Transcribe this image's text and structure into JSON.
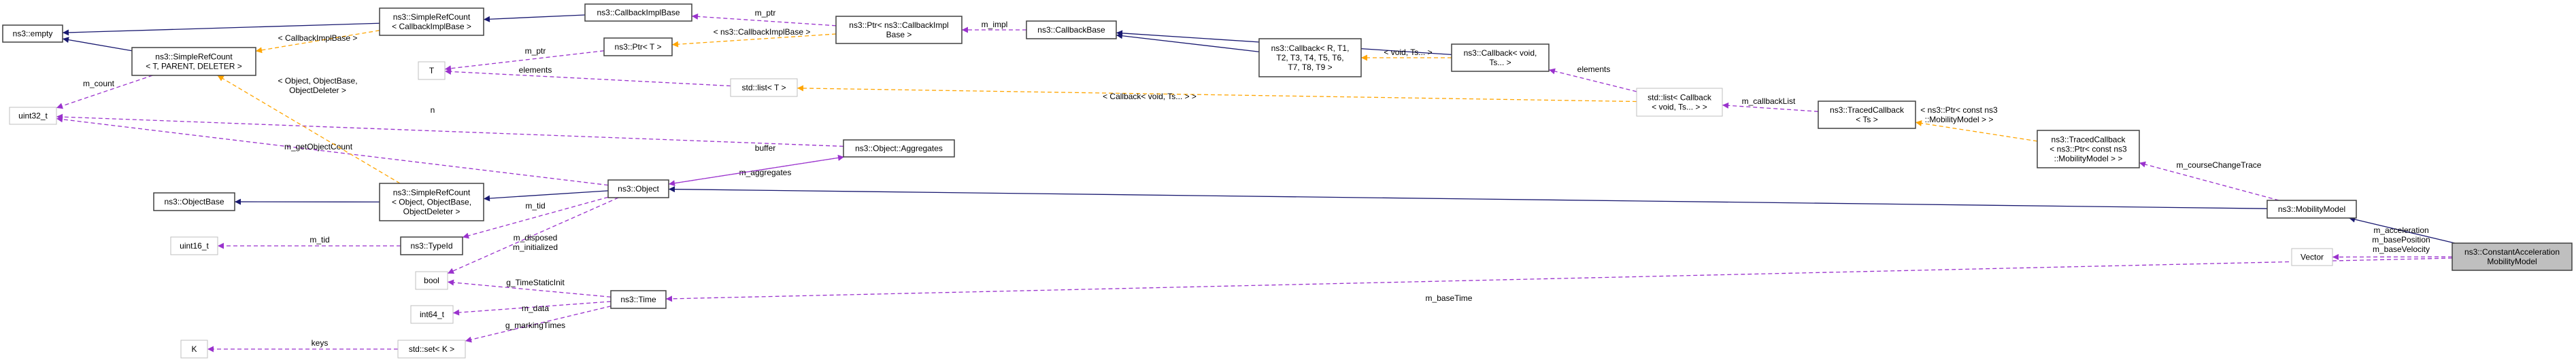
{
  "colors": {
    "inheritance": "#191970",
    "usage": "#9a32cd",
    "template": "#ffa500",
    "documented_border": "#404040",
    "external_border": "#bfbfbf",
    "focus_fill": "#bfbfbf"
  },
  "nodes": [
    {
      "id": "empty",
      "lines": [
        "ns3::empty"
      ],
      "kind": "documented"
    },
    {
      "id": "src_tpd",
      "lines": [
        "ns3::SimpleRefCount",
        "< T, PARENT, DELETER >"
      ],
      "kind": "documented"
    },
    {
      "id": "src_cib",
      "lines": [
        "ns3::SimpleRefCount",
        "< CallbackImplBase >"
      ],
      "kind": "documented"
    },
    {
      "id": "uint32",
      "lines": [
        "uint32_t"
      ],
      "kind": "external"
    },
    {
      "id": "T",
      "lines": [
        "T"
      ],
      "kind": "external"
    },
    {
      "id": "cib",
      "lines": [
        "ns3::CallbackImplBase"
      ],
      "kind": "documented"
    },
    {
      "id": "ptr_cib",
      "lines": [
        "ns3::Ptr< ns3::CallbackImpl",
        "Base >"
      ],
      "kind": "documented"
    },
    {
      "id": "ptr_t",
      "lines": [
        "ns3::Ptr< T >"
      ],
      "kind": "documented"
    },
    {
      "id": "list_t",
      "lines": [
        "std::list< T >"
      ],
      "kind": "external"
    },
    {
      "id": "aggregates",
      "lines": [
        "ns3::Object::Aggregates"
      ],
      "kind": "documented"
    },
    {
      "id": "object",
      "lines": [
        "ns3::Object"
      ],
      "kind": "documented"
    },
    {
      "id": "objectbase",
      "lines": [
        "ns3::ObjectBase"
      ],
      "kind": "documented"
    },
    {
      "id": "src_obj",
      "lines": [
        "ns3::SimpleRefCount",
        "< Object, ObjectBase,",
        "ObjectDeleter >"
      ],
      "kind": "documented"
    },
    {
      "id": "uint16",
      "lines": [
        "uint16_t"
      ],
      "kind": "external"
    },
    {
      "id": "typeid",
      "lines": [
        "ns3::TypeId"
      ],
      "kind": "documented"
    },
    {
      "id": "bool",
      "lines": [
        "bool"
      ],
      "kind": "external"
    },
    {
      "id": "int64",
      "lines": [
        "int64_t"
      ],
      "kind": "external"
    },
    {
      "id": "K",
      "lines": [
        "K"
      ],
      "kind": "external"
    },
    {
      "id": "set_k",
      "lines": [
        "std::set< K >"
      ],
      "kind": "external"
    },
    {
      "id": "time",
      "lines": [
        "ns3::Time"
      ],
      "kind": "documented"
    },
    {
      "id": "cbbase",
      "lines": [
        "ns3::CallbackBase"
      ],
      "kind": "documented"
    },
    {
      "id": "cb_r",
      "lines": [
        "ns3::Callback< R, T1,",
        "T2, T3, T4, T5, T6,",
        "T7, T8, T9 >"
      ],
      "kind": "documented"
    },
    {
      "id": "cb_void",
      "lines": [
        "ns3::Callback< void,",
        "Ts... >"
      ],
      "kind": "documented"
    },
    {
      "id": "list_cb",
      "lines": [
        "std::list< Callback",
        "< void, Ts... > >"
      ],
      "kind": "external"
    },
    {
      "id": "tc_ts",
      "lines": [
        "ns3::TracedCallback",
        "< Ts >"
      ],
      "kind": "documented"
    },
    {
      "id": "tc_ptr",
      "lines": [
        "ns3::TracedCallback",
        "< ns3::Ptr< const ns3",
        "::MobilityModel > >"
      ],
      "kind": "documented"
    },
    {
      "id": "mobility",
      "lines": [
        "ns3::MobilityModel"
      ],
      "kind": "documented"
    },
    {
      "id": "vector",
      "lines": [
        "Vector"
      ],
      "kind": "external"
    },
    {
      "id": "cam",
      "lines": [
        "ns3::ConstantAcceleration",
        "MobilityModel"
      ],
      "kind": "focus"
    }
  ],
  "edges": [
    {
      "from": "src_cib",
      "to": "empty",
      "type": "inheritance",
      "label": []
    },
    {
      "from": "src_tpd",
      "to": "empty",
      "type": "inheritance",
      "label": []
    },
    {
      "from": "src_cib",
      "to": "src_tpd",
      "type": "template",
      "label": [
        "< CallbackImplBase >"
      ]
    },
    {
      "from": "src_tpd",
      "to": "uint32",
      "type": "usage",
      "label": [
        "m_count"
      ]
    },
    {
      "from": "aggregates",
      "to": "uint32",
      "type": "usage",
      "label": [
        "n"
      ]
    },
    {
      "from": "object",
      "to": "uint32",
      "type": "usage",
      "label": [
        "m_getObjectCount"
      ]
    },
    {
      "from": "src_obj",
      "to": "src_tpd",
      "type": "template",
      "label": [
        "< Object, ObjectBase,",
        "ObjectDeleter >"
      ]
    },
    {
      "from": "src_obj",
      "to": "objectbase",
      "type": "inheritance",
      "label": []
    },
    {
      "from": "cib",
      "to": "src_cib",
      "type": "inheritance",
      "label": []
    },
    {
      "from": "ptr_cib",
      "to": "cib",
      "type": "usage",
      "label": [
        "m_ptr"
      ]
    },
    {
      "from": "ptr_cib",
      "to": "ptr_t",
      "type": "template",
      "label": [
        "< ns3::CallbackImplBase >"
      ]
    },
    {
      "from": "ptr_t",
      "to": "T",
      "type": "usage",
      "label": [
        "m_ptr"
      ]
    },
    {
      "from": "list_t",
      "to": "T",
      "type": "usage",
      "label": [
        "elements"
      ]
    },
    {
      "from": "cbbase",
      "to": "ptr_cib",
      "type": "usage",
      "label": [
        "m_impl"
      ]
    },
    {
      "from": "cb_r",
      "to": "cbbase",
      "type": "inheritance",
      "label": []
    },
    {
      "from": "cb_void",
      "to": "cbbase",
      "type": "inheritance",
      "label": []
    },
    {
      "from": "cb_void",
      "to": "cb_r",
      "type": "template",
      "label": [
        "< void, Ts... >"
      ]
    },
    {
      "from": "list_cb",
      "to": "cb_void",
      "type": "usage",
      "label": [
        "elements"
      ]
    },
    {
      "from": "list_cb",
      "to": "list_t",
      "type": "template",
      "label": [
        "< Callback< void, Ts... > >"
      ]
    },
    {
      "from": "tc_ts",
      "to": "list_cb",
      "type": "usage",
      "label": [
        "m_callbackList"
      ]
    },
    {
      "from": "tc_ptr",
      "to": "tc_ts",
      "type": "template",
      "label": [
        "< ns3::Ptr< const ns3",
        "::MobilityModel > >"
      ]
    },
    {
      "from": "mobility",
      "to": "tc_ptr",
      "type": "usage",
      "label": [
        "m_courseChangeTrace"
      ]
    },
    {
      "from": "mobility",
      "to": "object",
      "type": "inheritance",
      "label": []
    },
    {
      "from": "cam",
      "to": "mobility",
      "type": "inheritance",
      "label": []
    },
    {
      "from": "cam",
      "to": "vector",
      "type": "usage",
      "label": [
        "m_acceleration",
        "m_basePosition",
        "m_baseVelocity"
      ]
    },
    {
      "from": "cam",
      "to": "time",
      "type": "usage",
      "label": [
        "m_baseTime"
      ]
    },
    {
      "from": "object",
      "to": "aggregates",
      "type": "usage",
      "label": [
        "m_aggregates"
      ]
    },
    {
      "from": "aggregates",
      "to": "object",
      "type": "usage",
      "label": [
        "buffer"
      ]
    },
    {
      "from": "object",
      "to": "src_obj",
      "type": "inheritance",
      "label": []
    },
    {
      "from": "object",
      "to": "typeid",
      "type": "usage",
      "label": [
        "m_tid"
      ]
    },
    {
      "from": "object",
      "to": "bool",
      "type": "usage",
      "label": [
        "m_disposed",
        "m_initialized"
      ]
    },
    {
      "from": "time",
      "to": "bool",
      "type": "usage",
      "label": [
        "g_TimeStaticInit"
      ]
    },
    {
      "from": "time",
      "to": "int64",
      "type": "usage",
      "label": [
        "m_data"
      ]
    },
    {
      "from": "time",
      "to": "set_k",
      "type": "usage",
      "label": [
        "g_markingTimes"
      ]
    },
    {
      "from": "typeid",
      "to": "uint16",
      "type": "usage",
      "label": [
        "m_tid"
      ]
    },
    {
      "from": "set_k",
      "to": "K",
      "type": "usage",
      "label": [
        "keys"
      ]
    }
  ]
}
